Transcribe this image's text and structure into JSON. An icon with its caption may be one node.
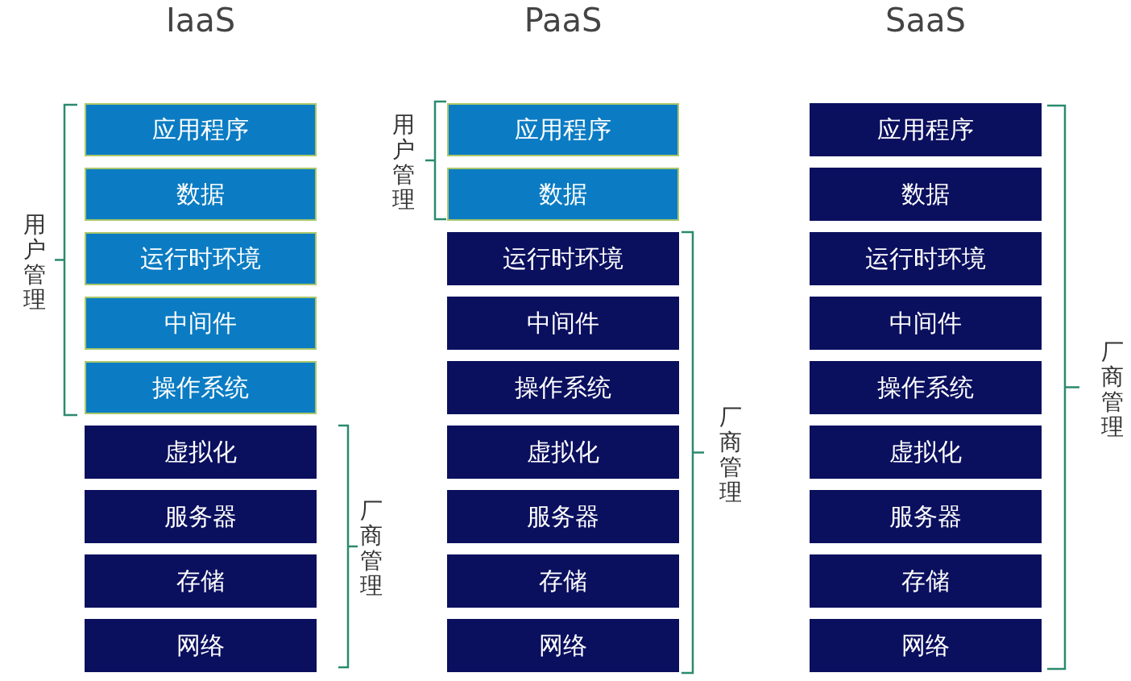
{
  "diagram": {
    "nodes": [
      {
        "text": [
          "应用程序"
        ]
      },
      {
        "text": [
          "数据"
        ]
      },
      {
        "text": [
          "运行时环境"
        ]
      },
      {
        "text": [
          "中间件"
        ]
      },
      {
        "text": [
          "操作系统"
        ]
      },
      {
        "text": [
          "虚拟化"
        ]
      },
      {
        "text": [
          "服务器"
        ]
      },
      {
        "text": [
          "存储"
        ]
      },
      {
        "text": [
          "网络"
        ]
      },
      {
        "text": [
          "应用程序"
        ]
      },
      {
        "text": [
          "数据"
        ]
      },
      {
        "text": [
          "运行时环境"
        ]
      },
      {
        "text": [
          "中间件"
        ]
      },
      {
        "text": [
          "操作系统"
        ]
      },
      {
        "text": [
          "虚拟化"
        ]
      },
      {
        "text": [
          "服务器"
        ]
      },
      {
        "text": [
          "存储"
        ]
      },
      {
        "text": [
          "网络"
        ]
      },
      {
        "text": [
          "应用程序"
        ]
      },
      {
        "text": [
          "数据"
        ]
      },
      {
        "text": [
          "运行时环境"
        ]
      },
      {
        "text": [
          "中间件"
        ]
      },
      {
        "text": [
          "操作系统"
        ]
      },
      {
        "text": [
          "虚拟化"
        ]
      },
      {
        "text": [
          "服务器"
        ]
      },
      {
        "text": [
          "存储"
        ]
      },
      {
        "text": [
          "网络"
        ]
      }
    ],
    "labels": [
      "IaaS",
      "PaaS",
      "SaaS",
      "用户管理",
      "厂商管理",
      "用户管理",
      "厂商管理",
      "厂商管理"
    ]
  }
}
